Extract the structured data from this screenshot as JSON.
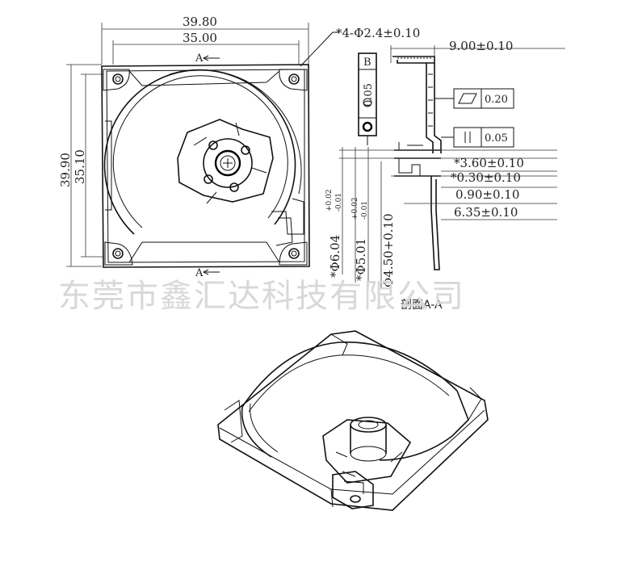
{
  "front_view": {
    "dim_outer_width": "39.80",
    "dim_inner_width": "35.00",
    "dim_outer_height": "39.90",
    "dim_inner_height": "35.10",
    "hole_note": "*4-Φ2.4±0.10",
    "section_mark_top": "A",
    "section_mark_bottom": "A"
  },
  "detail_view": {
    "datum_label": "B",
    "datum_tol": "0.05"
  },
  "section_view": {
    "dim_top": "9.00±0.10",
    "flatness_tol": "0.20",
    "parallel_tol": "0.05",
    "dim_1": "*3.60±0.10",
    "dim_2": "*0.30±0.10",
    "dim_3": "0.90±0.10",
    "dim_4": "6.35±0.10",
    "dia_1_base": "*Φ6.04",
    "dia_1_upper": "+0.02",
    "dia_1_lower": "-0.01",
    "dia_2_base": "*Φ5.01",
    "dia_2_upper": "+0.02",
    "dia_2_lower": "-0.01",
    "dia_3": "Φ4.50+0.10",
    "caption": "剖面A-A"
  },
  "watermark": "东莞市鑫汇达科技有限公司"
}
